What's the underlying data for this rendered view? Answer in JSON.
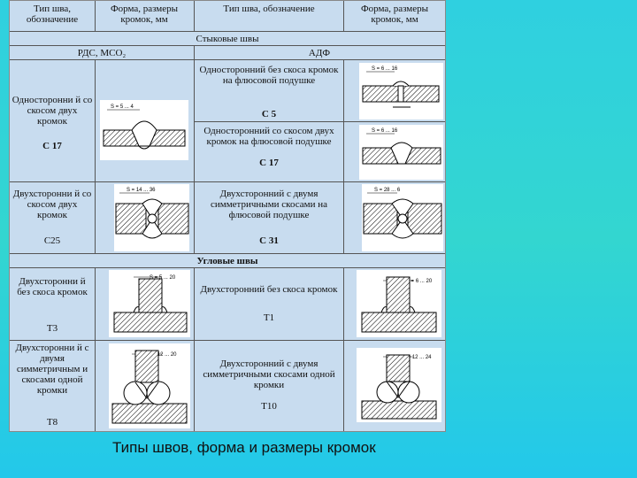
{
  "header": {
    "col1": "Тип шва, обозначение",
    "col2": "Форма, размеры кромок, мм",
    "col3": "Тип шва, обозначение",
    "col4": "Форма, размеры кромок, мм"
  },
  "section_butt": "Стыковые швы",
  "method_left": "РДС, МСО₂",
  "method_right": "АДФ",
  "section_fillet": "Угловые швы",
  "rows": {
    "r1_left_text": "Односторонни й со скосом двух кромок",
    "r1_left_code": "С 17",
    "r1_right_top_text": "Односторонний без скоса кромок на флюсовой подушке",
    "r1_right_top_code": "С 5",
    "r1_right_bot_text": "Односторонний со скосом двух кромок на флюсовой подушке",
    "r1_right_bot_code": "С 17",
    "r2_left_text": "Двухсторонни й со скосом двух кромок",
    "r2_left_code": "С25",
    "r2_right_text": "Двухсторонний с двумя симметричными скосами на флюсовой подушке",
    "r2_right_code": "С 31",
    "r3_left_text": "Двухсторонни й без скоса кромок",
    "r3_left_code": "Т3",
    "r3_right_text": "Двухсторонний без скоса кромок",
    "r3_right_code": "Т1",
    "r4_left_text": "Двухсторонни й с двумя симметричным и скосами одной кромки",
    "r4_left_code": "Т8",
    "r4_right_text": "Двухсторонний с двумя симметричными скосами одной кромки",
    "r4_right_code": "Т10"
  },
  "dims": {
    "d_r1_left": "S = 5 ... 4",
    "d_r1_right_top": "S = 6 ... 16",
    "d_r1_right_bot": "S = 6 ... 16",
    "d_r2_left": "S = 14 ... 36",
    "d_r2_right": "S = 28 ... 6",
    "d_r3_left": "S = 5 ... 20",
    "d_r3_right": "S = 6 ... 20",
    "d_r4_left": "S = 12 ... 20",
    "d_r4_right": "S = 12 ... 24"
  },
  "caption": "Типы швов, форма и размеры кромок"
}
